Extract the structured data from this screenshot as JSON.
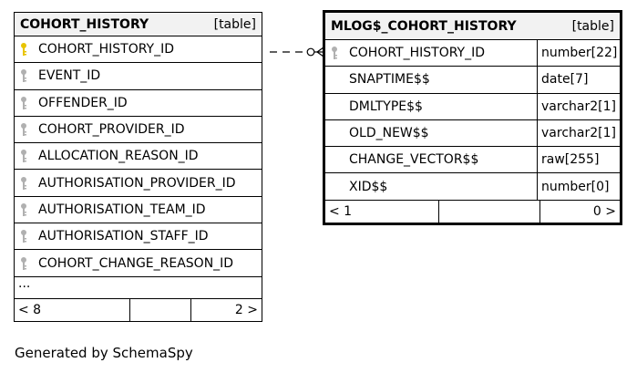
{
  "left_table": {
    "name": "COHORT_HISTORY",
    "kind": "[table]",
    "columns": [
      {
        "name": "COHORT_HISTORY_ID",
        "key": "primary"
      },
      {
        "name": "EVENT_ID",
        "key": "foreign"
      },
      {
        "name": "OFFENDER_ID",
        "key": "foreign"
      },
      {
        "name": "COHORT_PROVIDER_ID",
        "key": "foreign"
      },
      {
        "name": "ALLOCATION_REASON_ID",
        "key": "foreign"
      },
      {
        "name": "AUTHORISATION_PROVIDER_ID",
        "key": "foreign"
      },
      {
        "name": "AUTHORISATION_TEAM_ID",
        "key": "foreign"
      },
      {
        "name": "AUTHORISATION_STAFF_ID",
        "key": "foreign"
      },
      {
        "name": "COHORT_CHANGE_REASON_ID",
        "key": "foreign"
      }
    ],
    "more": "...",
    "footer_left": "< 8",
    "footer_right": "2 >"
  },
  "right_table": {
    "name": "MLOG$_COHORT_HISTORY",
    "kind": "[table]",
    "columns": [
      {
        "name": "COHORT_HISTORY_ID",
        "type": "number[22]",
        "key": "foreign"
      },
      {
        "name": "SNAPTIME$$",
        "type": "date[7]",
        "key": "none"
      },
      {
        "name": "DMLTYPE$$",
        "type": "varchar2[1]",
        "key": "none"
      },
      {
        "name": "OLD_NEW$$",
        "type": "varchar2[1]",
        "key": "none"
      },
      {
        "name": "CHANGE_VECTOR$$",
        "type": "raw[255]",
        "key": "none"
      },
      {
        "name": "XID$$",
        "type": "number[0]",
        "key": "none"
      }
    ],
    "footer_left": "< 1",
    "footer_right": "0 >"
  },
  "credit": "Generated by SchemaSpy",
  "colors": {
    "primary_key": "#e8c400",
    "foreign_key": "#b0b0b0",
    "header_bg": "#f2f2f2"
  }
}
